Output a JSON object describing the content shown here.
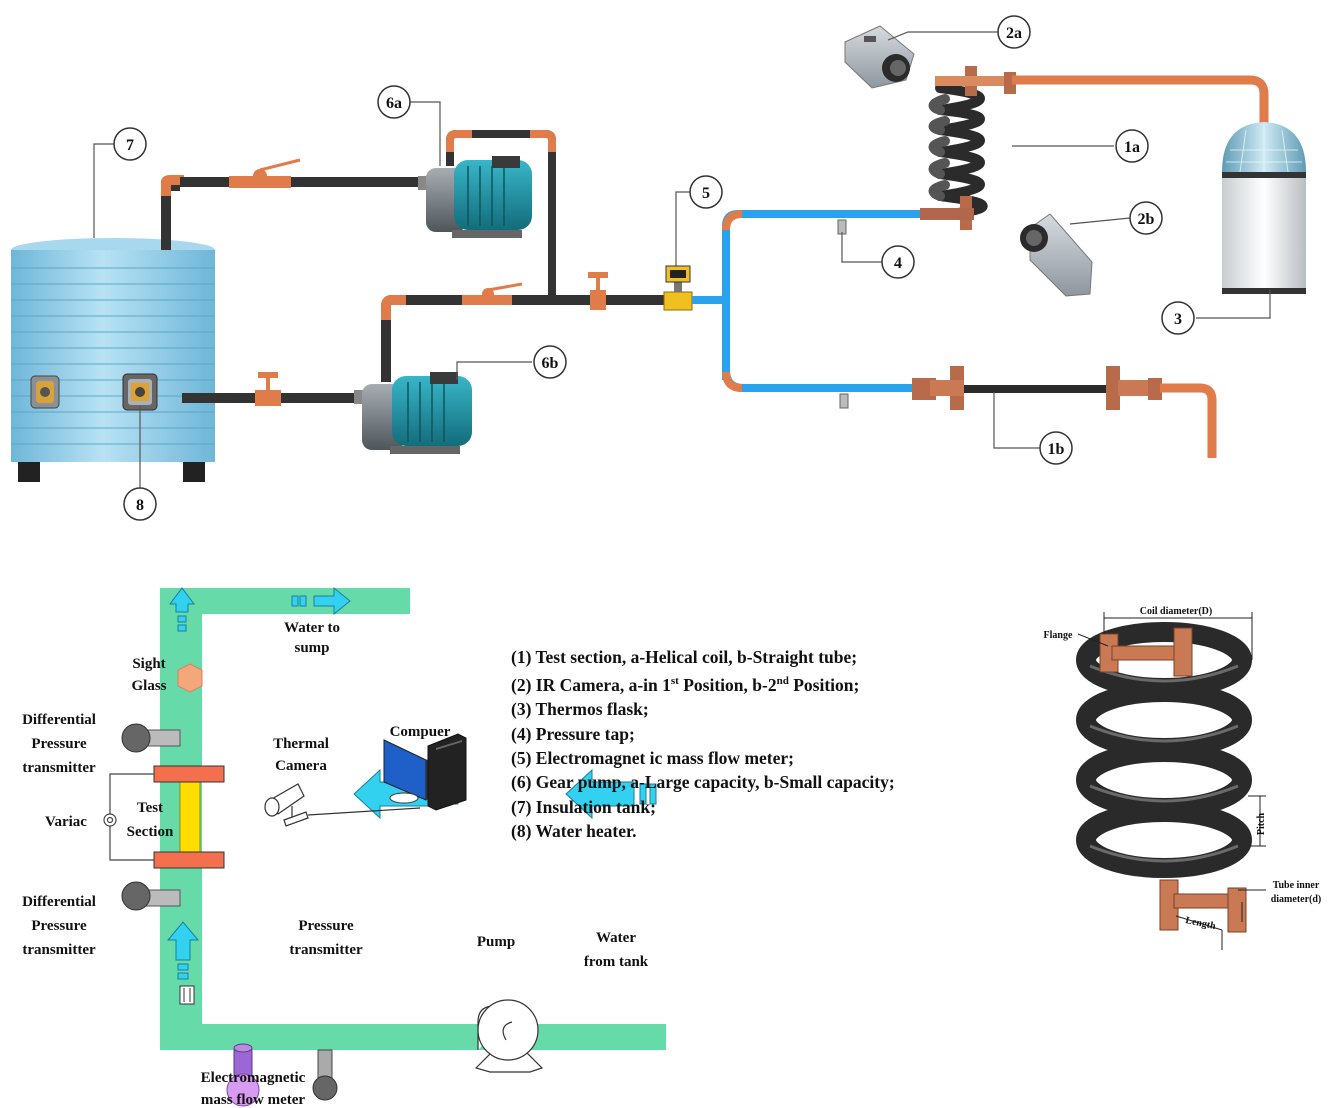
{
  "callouts": {
    "c1a": "1a",
    "c1b": "1b",
    "c2a": "2a",
    "c2b": "2b",
    "c3": "3",
    "c4": "4",
    "c5": "5",
    "c6a": "6a",
    "c6b": "6b",
    "c7": "7",
    "c8": "8"
  },
  "flow_labels": {
    "water_to_sump_1": "Water to",
    "water_to_sump_2": "sump",
    "sight_glass_1": "Sight",
    "sight_glass_2": "Glass",
    "dpt1_1": "Differential",
    "dpt1_2": "Pressure",
    "dpt1_3": "transmitter",
    "dpt2_1": "Differential",
    "dpt2_2": "Pressure",
    "dpt2_3": "transmitter",
    "thermal_1": "Thermal",
    "thermal_2": "Camera",
    "computer": "Compuer",
    "variac": "Variac",
    "test_1": "Test",
    "test_2": "Section",
    "pt_1": "Pressure",
    "pt_2": "transmitter",
    "pump": "Pump",
    "wft_1": "Water",
    "wft_2": "from tank",
    "emf_1": "Electromagnetic",
    "emf_2": "mass flow meter"
  },
  "legend": {
    "l1": "(1) Test section, a-Helical coil, b-Straight tube;",
    "l2a": "(2) IR Camera, a-in 1",
    "l2sup1": "st",
    "l2b": " Position, b-2",
    "l2sup2": "nd",
    "l2c": " Position;",
    "l3": "(3) Thermos flask;",
    "l4": "(4) Pressure tap;",
    "l5": "(5) Electromagnet ic mass flow meter;",
    "l6": "(6) Gear pump, a-Large capacity, b-Small capacity;",
    "l7": "(7) Insulation tank;",
    "l8": "(8) Water heater."
  },
  "coil_labels": {
    "coil_diameter": "Coil diameter(D)",
    "flange": "Flange",
    "pitch": "Pitch",
    "tube_inner_1": "Tube inner",
    "tube_inner_2": "diameter(d)",
    "length": "Length"
  },
  "colors": {
    "copper": "#e07b4a",
    "pipe_dark": "#333333",
    "pipe_blue": "#2aa3ee",
    "flow_green": "#66dba9",
    "arrow_cyan": "#33d1f0",
    "tank_blue": "#8ccbe6",
    "pump_teal": "#1e8a9c"
  },
  "icons": {
    "valve": "valve-icon",
    "pump": "pump-icon",
    "camera": "ir-camera-icon",
    "computer": "computer-icon",
    "flask": "thermos-flask-icon"
  }
}
